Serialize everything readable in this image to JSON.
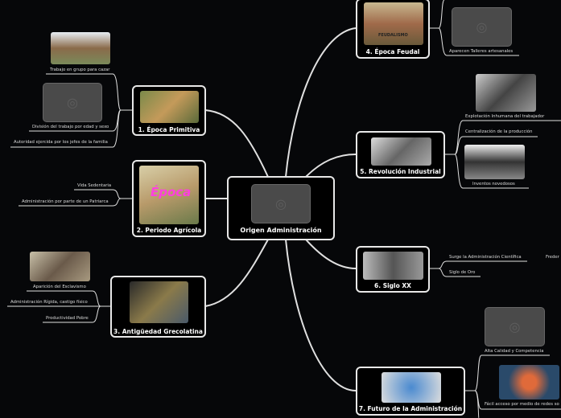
{
  "center": {
    "title": "Origen Administración",
    "icon": "camera-placeholder-icon"
  },
  "branches": [
    {
      "title": "1. Época Primitiva",
      "leaves": [
        "Trabajo en grupo para cazar",
        "División del trabajo por edad y sexo",
        "Autoridad ejercida por los jefes de la familia"
      ]
    },
    {
      "title": "2. Periodo Agrícola",
      "image_text": "Época",
      "leaves": [
        "Vida Sedentaria",
        "Administración por parte de un Patriarca"
      ]
    },
    {
      "title": "3. Antigüedad Grecolatina",
      "leaves": [
        "Aparición del Esclavismo",
        "Administración Rígida, castigo físico",
        "Productividad Pobre"
      ]
    },
    {
      "title": "4. Época Feudal",
      "image_text": "FEUDALISMO",
      "leaves": [
        "Aparecen Talleres artesanales"
      ]
    },
    {
      "title": "5. Revolución Industrial",
      "leaves": [
        "Explotación Inhumana del trabajador",
        "Centralización de la producción",
        "Inventos novedosos"
      ]
    },
    {
      "title": "6. Siglo XX",
      "leaves": [
        "Surge la Administración Científica",
        "Siglo de Oro"
      ],
      "sub": "Freder"
    },
    {
      "title": "7. Futuro de la Administración",
      "leaves": [
        "Alta Calidad y Competencia",
        "Fácil acceso por medio de redes so"
      ]
    }
  ],
  "colors": {
    "background": "#060709",
    "line": "#e8e8e8",
    "placeholder": "#4a4a4a"
  }
}
